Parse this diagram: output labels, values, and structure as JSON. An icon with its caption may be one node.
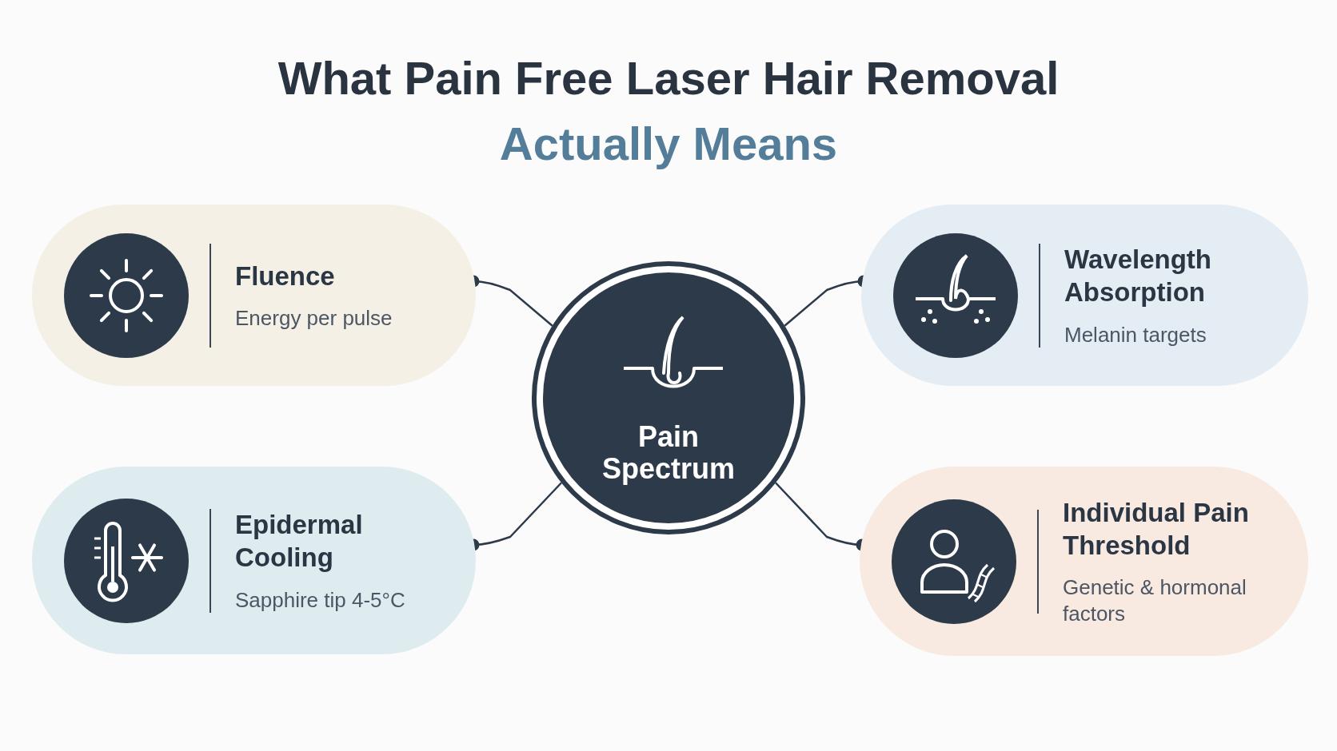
{
  "diagram": {
    "title": "What Pain Free Laser Hair Removal Actually Means",
    "nodes": [
      {
        "text": [
          "Fluence",
          "Energy per pulse"
        ]
      },
      {
        "text": [
          "Wavelength Absorption",
          "Melanin targets"
        ]
      },
      {
        "text": [
          "Pain Spectrum"
        ]
      },
      {
        "text": [
          "Epidermal Cooling",
          "Sapphire tip 4-5°C"
        ]
      },
      {
        "text": [
          "Individual Pain Threshold",
          "Genetic & hormonal factors"
        ]
      }
    ],
    "edges": [
      {
        "from": 2,
        "to": 0,
        "arrow": "other"
      },
      {
        "from": 2,
        "to": 1,
        "arrow": "other"
      },
      {
        "from": 2,
        "to": 3,
        "arrow": "other"
      },
      {
        "from": 2,
        "to": 4,
        "arrow": "other"
      }
    ]
  }
}
